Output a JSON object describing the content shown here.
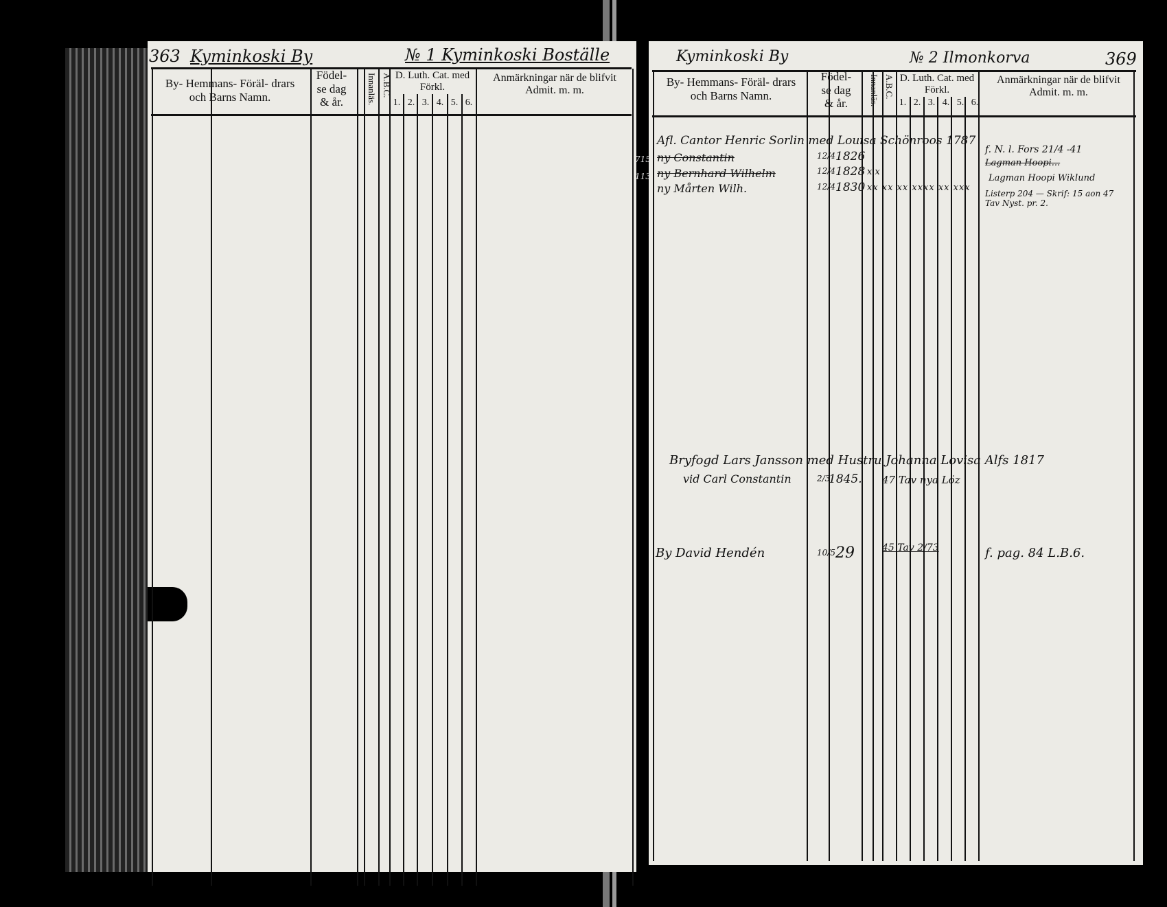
{
  "left_page": {
    "page_number": "363",
    "village_heading": "Kyminkoski By",
    "farm_heading": "№ 1 Kyminkoski Boställe",
    "columns": {
      "names": "By- Hemmans- Föräl- drars och Barns Namn.",
      "birth": "Födel- se dag & år.",
      "reading": "Innanläs.",
      "abc": "A.B.C.",
      "catechism": "D. Luth. Cat. med Förkl.",
      "numbers": [
        "1.",
        "2.",
        "3.",
        "4.",
        "5.",
        "6."
      ],
      "remarks": "Anmärkningar när de blifvit Admit. m. m."
    }
  },
  "right_page": {
    "page_number": "369",
    "village_heading": "Kyminkoski By",
    "farm_heading": "№ 2 Ilmonkorva",
    "columns": {
      "names": "By- Hemmans- Föräl- drars och Barns Namn.",
      "birth": "Födel- se dag & år.",
      "reading": "Innanläs.",
      "abc": "A.B.C.",
      "catechism": "D. Luth. Cat. med Förkl.",
      "numbers": [
        "1.",
        "2.",
        "3.",
        "4.",
        "5.",
        "6."
      ],
      "remarks": "Anmärkningar när de blifvit Admit. m. m."
    },
    "entries": {
      "e1": "Afl. Cantor Henric Sorlin med Louisa Schönroos 1787",
      "e1_remark": "f. N. l. Fors 21/4 -41",
      "e2_name": "ny Constantin",
      "e2_date": "12/4",
      "e2_year": "1826",
      "e2_remark": "Lagman Hoopi...",
      "e3_margin": "715",
      "e3_name": "ny Bernhard Wilhelm",
      "e3_date": "12/4",
      "e3_year": "1828",
      "e3_marks": "x x",
      "e3_remark": "Lagman Hoopi Wiklund",
      "e4_margin": "113",
      "e4_name": "ny Mårten Wilh.",
      "e4_date": "12/4",
      "e4_year": "1830",
      "e4_marks": "xx xx xx xxxx xx xxx",
      "e4_remark": "Listerp 204 — Skrif: 15 aon 47 Tav Nyst. pr. 2.",
      "e5": "Bryfogd Lars Jansson med Hustru Johanna Lovisa Alfs 1817",
      "e6_name": "vid Carl Constantin",
      "e6_date": "2/3",
      "e6_year": "1845.",
      "e6_remark": "47 Tav nya Löz",
      "e7_name": "By David Hendén",
      "e7_date": "10/5",
      "e7_year": "29",
      "e7_marks": "45 Tav 2/73",
      "e7_remark": "f. pag. 84 L.B.6."
    }
  }
}
